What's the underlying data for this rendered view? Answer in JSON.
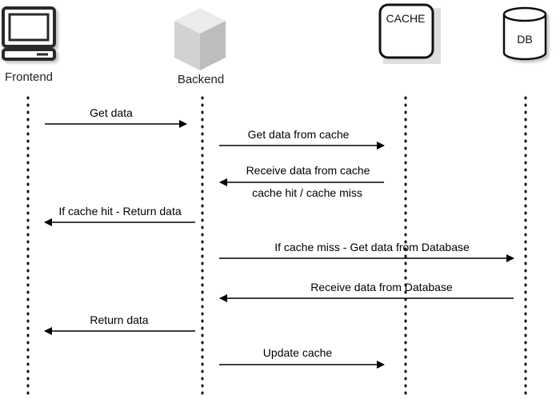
{
  "participants": {
    "frontend": {
      "label": "Frontend",
      "icon": "computer-monitor-icon"
    },
    "backend": {
      "label": "Backend",
      "icon": "server-cube-icon"
    },
    "cache": {
      "label": "CACHE",
      "icon": "cache-box-icon"
    },
    "db": {
      "label": "DB",
      "icon": "database-cylinder-icon"
    }
  },
  "messages": [
    {
      "label": "Get data",
      "from": "frontend",
      "to": "backend"
    },
    {
      "label": "Get data from cache",
      "from": "backend",
      "to": "cache"
    },
    {
      "label": "Receive data from cache",
      "label2": "cache hit / cache miss",
      "from": "cache",
      "to": "backend"
    },
    {
      "label": "If cache hit - Return data",
      "from": "backend",
      "to": "frontend"
    },
    {
      "label": "If cache miss - Get data from Database",
      "from": "backend",
      "to": "db"
    },
    {
      "label": "Receive data from Database",
      "from": "db",
      "to": "backend"
    },
    {
      "label": "Return data",
      "from": "backend",
      "to": "frontend"
    },
    {
      "label": "Update cache",
      "from": "backend",
      "to": "cache"
    }
  ],
  "colors": {
    "line": "#000000",
    "icon_gray": "#d9d9d9",
    "shadow": "#b8b8b8"
  }
}
